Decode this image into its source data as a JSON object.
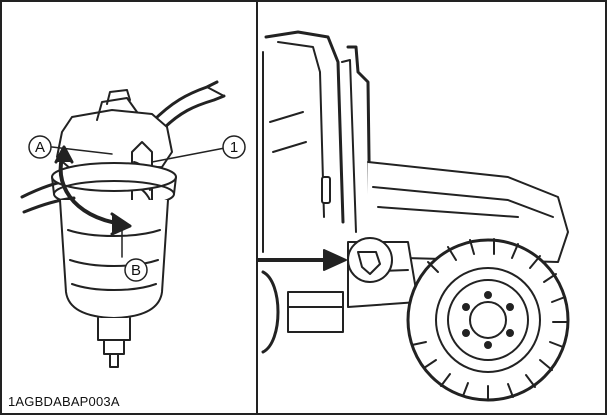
{
  "figure": {
    "code": "1AGBDABAP003A"
  },
  "callouts": {
    "a": "A",
    "b": "B",
    "one": "1"
  },
  "colors": {
    "line": "#222222",
    "shade": "#dcdcdc",
    "background": "#ffffff"
  }
}
